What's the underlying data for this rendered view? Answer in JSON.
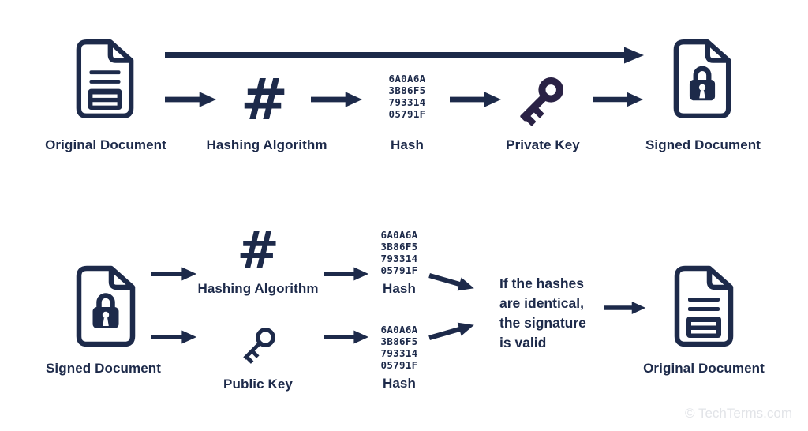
{
  "colors": {
    "navy": "#1d2a4a",
    "key_purple": "#2a2245",
    "copyright_gray": "#e2e4e8"
  },
  "top_row": {
    "original_document_label": "Original Document",
    "hashing_symbol": "#",
    "hashing_label": "Hashing Algorithm",
    "hash_lines": [
      "6A0A6A",
      "3B86F5",
      "793314",
      "05791F"
    ],
    "hash_label": "Hash",
    "private_key_label": "Private Key",
    "signed_document_label": "Signed Document"
  },
  "bottom_row": {
    "signed_document_label": "Signed Document",
    "hashing_symbol": "#",
    "hashing_label": "Hashing Algorithm",
    "public_key_label": "Public Key",
    "hash_top_lines": [
      "6A0A6A",
      "3B86F5",
      "793314",
      "05791F"
    ],
    "hash_top_label": "Hash",
    "hash_bottom_lines": [
      "6A0A6A",
      "3B86F5",
      "793314",
      "05791F"
    ],
    "hash_bottom_label": "Hash",
    "conclusion_lines": [
      "If the hashes",
      "are identical,",
      "the signature",
      "is valid"
    ]
  },
  "footer": {
    "copyright": "© TechTerms.com"
  }
}
